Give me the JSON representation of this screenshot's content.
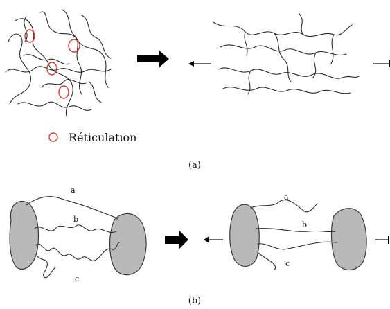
{
  "figure": {
    "panel_a": {
      "legend_symbol_color": "#d9342b",
      "legend_text": "Réticulation",
      "caption": "(a)"
    },
    "panel_b": {
      "left_state_chain_labels": [
        "a",
        "b",
        "c"
      ],
      "right_state_chain_labels": [
        "a",
        "b",
        "c"
      ],
      "caption": "(b)"
    },
    "colors": {
      "chain": "#2a2a2a",
      "crosslink": "#d9342b",
      "filler": "#b9b9b9",
      "arrow": "#000000"
    }
  }
}
